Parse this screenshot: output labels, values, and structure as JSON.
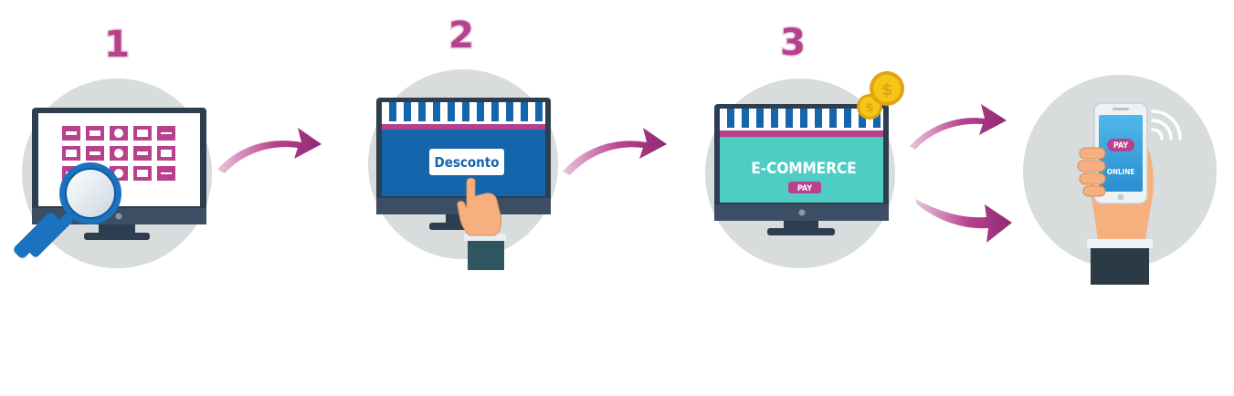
{
  "steps": [
    {
      "number": "1"
    },
    {
      "number": "2",
      "button_label": "Desconto"
    },
    {
      "number": "3",
      "store_label": "E-COMMERCE",
      "pay_label": "PAY",
      "coin_symbol": "$"
    },
    {
      "pay_label": "PAY",
      "online_label": "ONLINE"
    }
  ],
  "colors": {
    "accent": "#b8418e",
    "screen_blue": "#1565ad",
    "monitor_frame": "#2d3e50",
    "teal": "#4ecdc4",
    "circle_bg": "#d8dcdd",
    "coin": "#f5c518"
  }
}
